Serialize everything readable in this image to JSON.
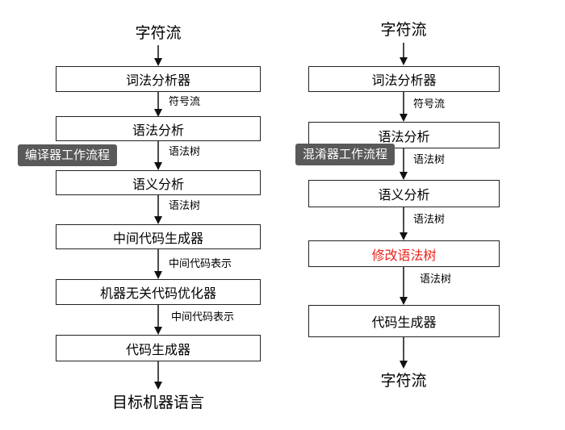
{
  "left": {
    "start": "字符流",
    "steps": [
      "词法分析器",
      "语法分析",
      "语义分析",
      "中间代码生成器",
      "机器无关代码优化器",
      "代码生成器"
    ],
    "edge_labels": [
      "符号流",
      "语法树",
      "语法树",
      "中间代码表示",
      "中间代码表示"
    ],
    "end": "目标机器语言",
    "tag": "编译器工作流程"
  },
  "right": {
    "start": "字符流",
    "steps": [
      "词法分析器",
      "语法分析",
      "语义分析",
      "修改语法树",
      "代码生成器"
    ],
    "edge_labels": [
      "符号流",
      "语法树",
      "语法树",
      "语法树"
    ],
    "end": "字符流",
    "tag": "混淆器工作流程"
  },
  "colors": {
    "box_border": "#222222",
    "highlight_text": "#e8231c",
    "tag_bg": "#595959",
    "tag_text": "#ffffff"
  }
}
